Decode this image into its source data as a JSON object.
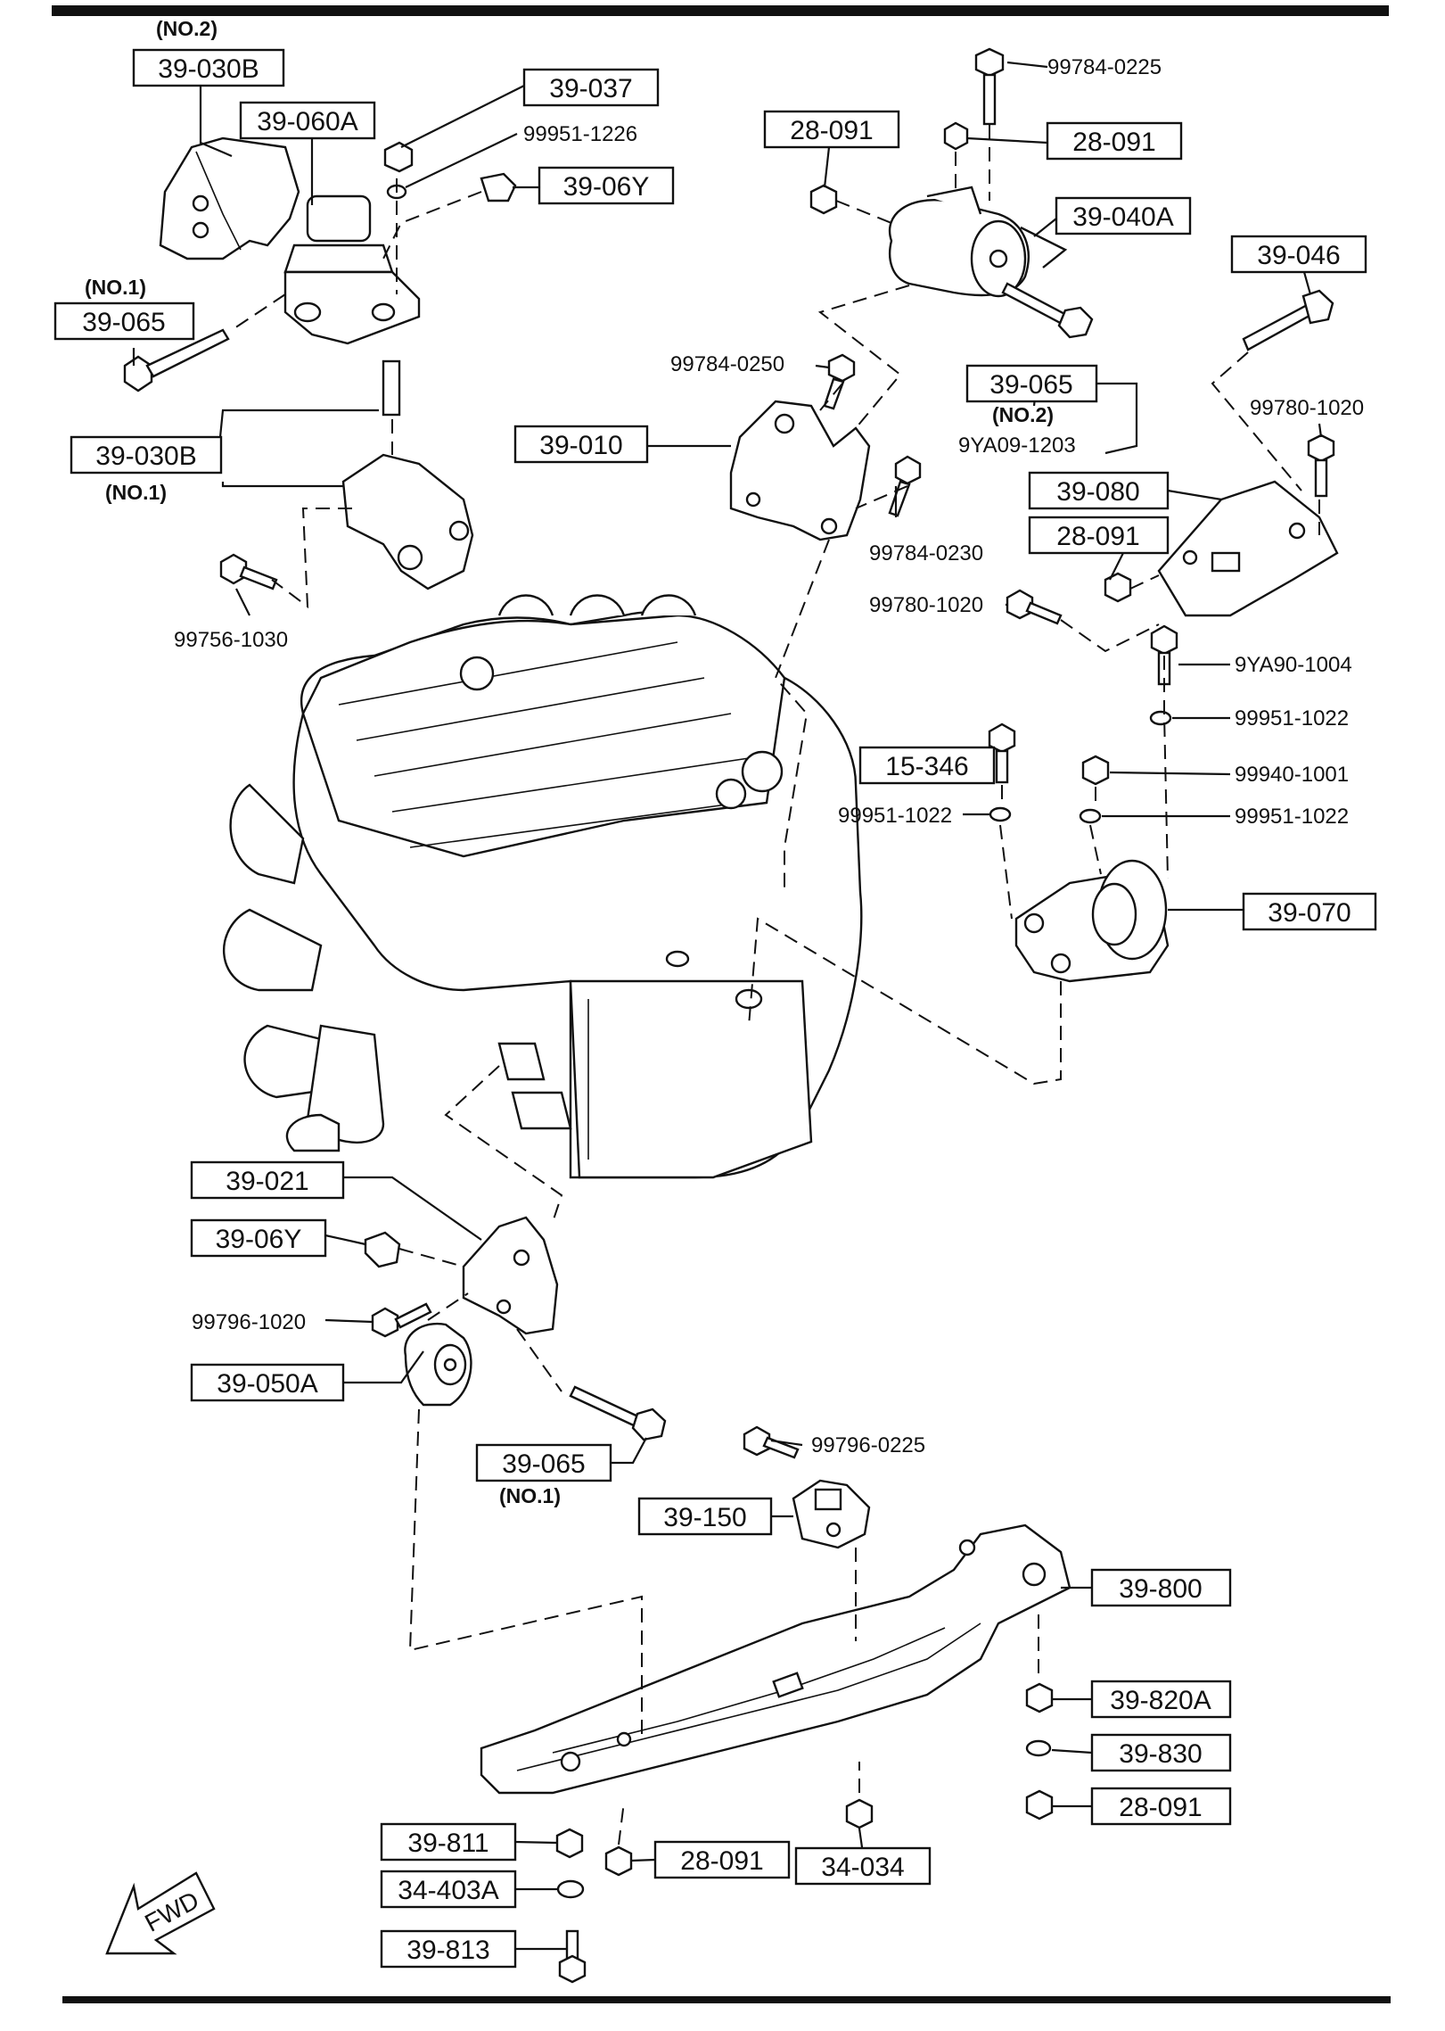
{
  "boxed_labels": {
    "b1": "39-030B",
    "b2": "39-060A",
    "b3": "39-037",
    "b4": "39-06Y",
    "b5": "39-065",
    "b6": "39-030B",
    "b7": "28-091",
    "b8": "28-091",
    "b9": "39-040A",
    "b10": "39-046",
    "b11": "39-010",
    "b12": "39-065",
    "b13": "39-080",
    "b14": "28-091",
    "b15": "15-346",
    "b16": "39-070",
    "b17": "39-021",
    "b18": "39-06Y",
    "b19": "39-050A",
    "b20": "39-065",
    "b21": "39-150",
    "b22": "39-800",
    "b23": "39-820A",
    "b24": "39-830",
    "b25": "28-091",
    "b26": "39-811",
    "b27": "34-403A",
    "b28": "39-813",
    "b29": "28-091",
    "b30": "34-034"
  },
  "plain_labels": {
    "p1": "(NO.2)",
    "p2": "99951-1226",
    "p3": "(NO.1)",
    "p4": "(NO.1)",
    "p5": "99756-1030",
    "p6": "99784-0225",
    "p7": "99784-0250",
    "p8": "(NO.2)",
    "p9": "9YA09-1203",
    "p10": "99780-1020",
    "p11": "99784-0230",
    "p12": "99780-1020",
    "p13": "9YA90-1004",
    "p14": "99951-1022",
    "p15": "99940-1001",
    "p16": "99951-1022",
    "p17": "99951-1022",
    "p18": "99796-1020",
    "p19": "(NO.1)",
    "p20": "99796-0225",
    "fwd": "FWD"
  }
}
